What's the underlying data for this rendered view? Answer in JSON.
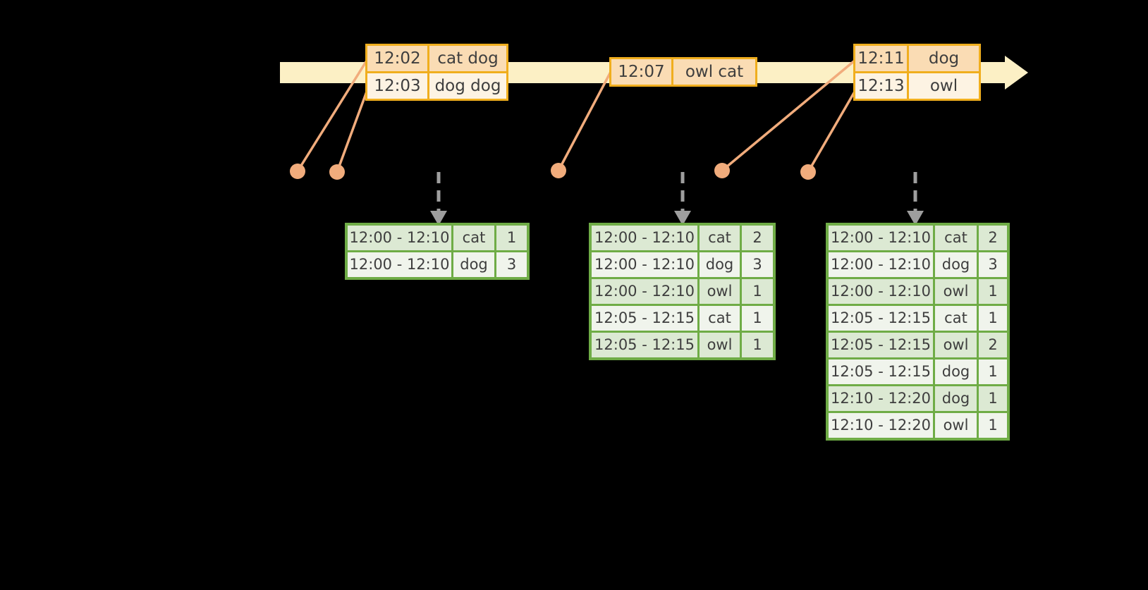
{
  "colors": {
    "background": "#000000",
    "timeline_fill": "#FCF0C5",
    "event_table_border": "#F0AE1E",
    "event_row_dark": "#FADCB4",
    "event_row_light": "#FDF3E3",
    "event_marker": "#F1AC7C",
    "result_table_border": "#6FAC46",
    "result_row_dark": "#DCE9D3",
    "result_row_light": "#F0F4EC",
    "trigger_arrow": "#9E9E9E",
    "text": "#3E3E3E"
  },
  "event_tables": [
    {
      "rows": [
        {
          "time": "12:02",
          "words": "cat dog"
        },
        {
          "time": "12:03",
          "words": "dog dog"
        }
      ]
    },
    {
      "rows": [
        {
          "time": "12:07",
          "words": "owl cat"
        }
      ]
    },
    {
      "rows": [
        {
          "time": "12:11",
          "words": "dog"
        },
        {
          "time": "12:13",
          "words": "owl"
        }
      ]
    }
  ],
  "result_tables": [
    {
      "rows": [
        [
          "12:00 - 12:10",
          "cat",
          "1"
        ],
        [
          "12:00 - 12:10",
          "dog",
          "3"
        ]
      ]
    },
    {
      "rows": [
        [
          "12:00 - 12:10",
          "cat",
          "2"
        ],
        [
          "12:00 - 12:10",
          "dog",
          "3"
        ],
        [
          "12:00 - 12:10",
          "owl",
          "1"
        ],
        [
          "12:05 - 12:15",
          "cat",
          "1"
        ],
        [
          "12:05 - 12:15",
          "owl",
          "1"
        ]
      ]
    },
    {
      "rows": [
        [
          "12:00 - 12:10",
          "cat",
          "2"
        ],
        [
          "12:00 - 12:10",
          "dog",
          "3"
        ],
        [
          "12:00 - 12:10",
          "owl",
          "1"
        ],
        [
          "12:05 - 12:15",
          "cat",
          "1"
        ],
        [
          "12:05 - 12:15",
          "owl",
          "2"
        ],
        [
          "12:05 - 12:15",
          "dog",
          "1"
        ],
        [
          "12:10 - 12:20",
          "dog",
          "1"
        ],
        [
          "12:10 - 12:20",
          "owl",
          "1"
        ]
      ]
    }
  ]
}
